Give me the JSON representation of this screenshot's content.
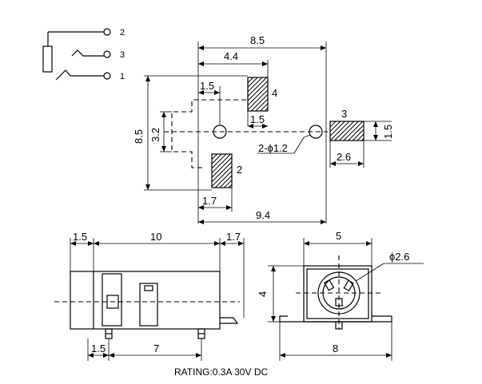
{
  "schematic": {
    "pins": [
      "2",
      "3",
      "1"
    ]
  },
  "footprint": {
    "dims": {
      "top_width": "8.5",
      "inner_width": "4.4",
      "pad4_offset": "1.5",
      "pad4_width": "1.5",
      "left_height": "8.5",
      "inner_height": "3.2",
      "pad3_height": "1.5",
      "hole_label": "2-ϕ1.2",
      "pad3_width": "2.6",
      "pad2_width": "1.7",
      "bottom_width": "9.4"
    },
    "pad_labels": {
      "pad4": "4",
      "pad3": "3",
      "pad2": "2"
    }
  },
  "side_view": {
    "dims": {
      "left": "1.5",
      "middle": "10",
      "right": "1.7",
      "pin_offset": "1.5",
      "pin_span": "7"
    }
  },
  "front_view": {
    "dims": {
      "top_width": "5",
      "diameter": "ϕ2.6",
      "height": "4",
      "base_width": "8"
    }
  },
  "rating": "RATING:0.3A 30V DC",
  "colors": {
    "line": "#000000",
    "background": "#ffffff"
  }
}
